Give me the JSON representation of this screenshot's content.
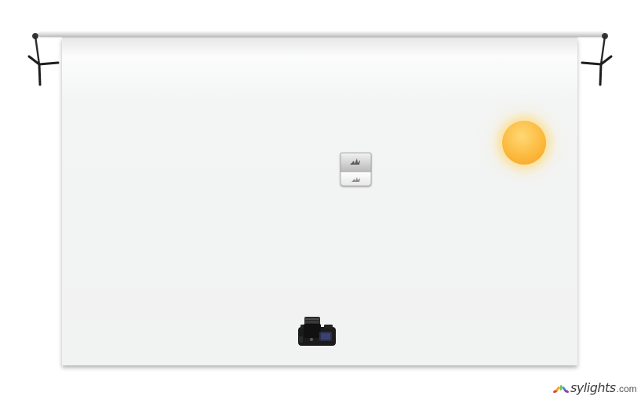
{
  "watermark": {
    "brand": "sylights",
    "tld": ".com",
    "logo_icon": "sylights-logo-icon"
  },
  "scene": {
    "backdrop": "white-paper-backdrop",
    "light_source": "sun-icon",
    "light_modifier": "strobe-icon",
    "camera": "camera-icon",
    "stands": [
      "backdrop-stand-left",
      "backdrop-stand-right"
    ]
  },
  "colors": {
    "backdrop": "#f2f3f3",
    "sun": "#fbb73a",
    "camera": "#1a1a1a",
    "text": "#3b3b3b"
  }
}
